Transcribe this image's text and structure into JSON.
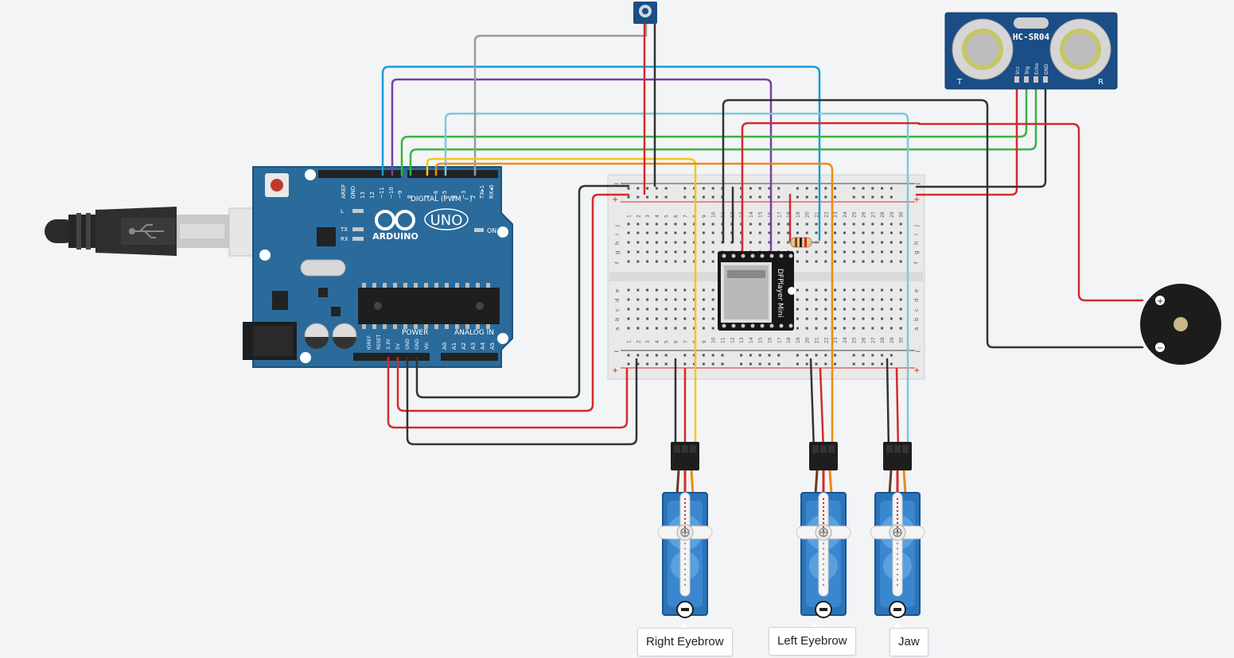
{
  "arduino": {
    "brand": "ARDUINO",
    "model": "UNO",
    "digital_label": "DIGITAL (PWM ~)",
    "power_label": "POWER",
    "analog_label": "ANALOG IN",
    "on_label": "ON",
    "led_labels": [
      "L",
      "TX",
      "RX"
    ],
    "digital_pins": [
      "AREF",
      "GND",
      "13",
      "12",
      "~11",
      "~10",
      "~9",
      "8",
      "7",
      "~6",
      "~5",
      "4",
      "~3",
      "2",
      "TX▸1",
      "RX◂0"
    ],
    "power_pins": [
      "IOREF",
      "RESET",
      "3.3V",
      "5V",
      "GND",
      "GND",
      "Vin"
    ],
    "analog_pins": [
      "A0",
      "A1",
      "A2",
      "A3",
      "A4",
      "A5"
    ]
  },
  "dfplayer": {
    "label": "DFPlayer Mini"
  },
  "sensor": {
    "label": "HC-SR04",
    "pins": [
      "Vcc",
      "Trig",
      "Echo",
      "GND"
    ],
    "left_mark": "T",
    "right_mark": "R"
  },
  "buzzer": {
    "plus": "+",
    "minus": "−"
  },
  "breadboard": {
    "row_letters_top": [
      "j",
      "i",
      "h",
      "g",
      "f"
    ],
    "row_letters_bottom": [
      "e",
      "d",
      "c",
      "b",
      "a"
    ]
  },
  "servo_labels": [
    "Right Eyebrow",
    "Left Eyebrow",
    "Jaw"
  ],
  "colors": {
    "arduino_blue": "#2a6b9b",
    "board_blue": "#1b4e86",
    "servo_blue": "#2b74b8",
    "wire_red": "#d42a2a",
    "wire_black": "#333333",
    "wire_yellow": "#f2c81e",
    "wire_orange": "#ef8a12",
    "wire_green": "#3cb043",
    "wire_purple": "#7b3fa0",
    "wire_blue": "#1e9bd7",
    "wire_lightblue": "#7ec8dd",
    "wire_gray": "#9a9a9a",
    "background": "#f2f4f6"
  }
}
